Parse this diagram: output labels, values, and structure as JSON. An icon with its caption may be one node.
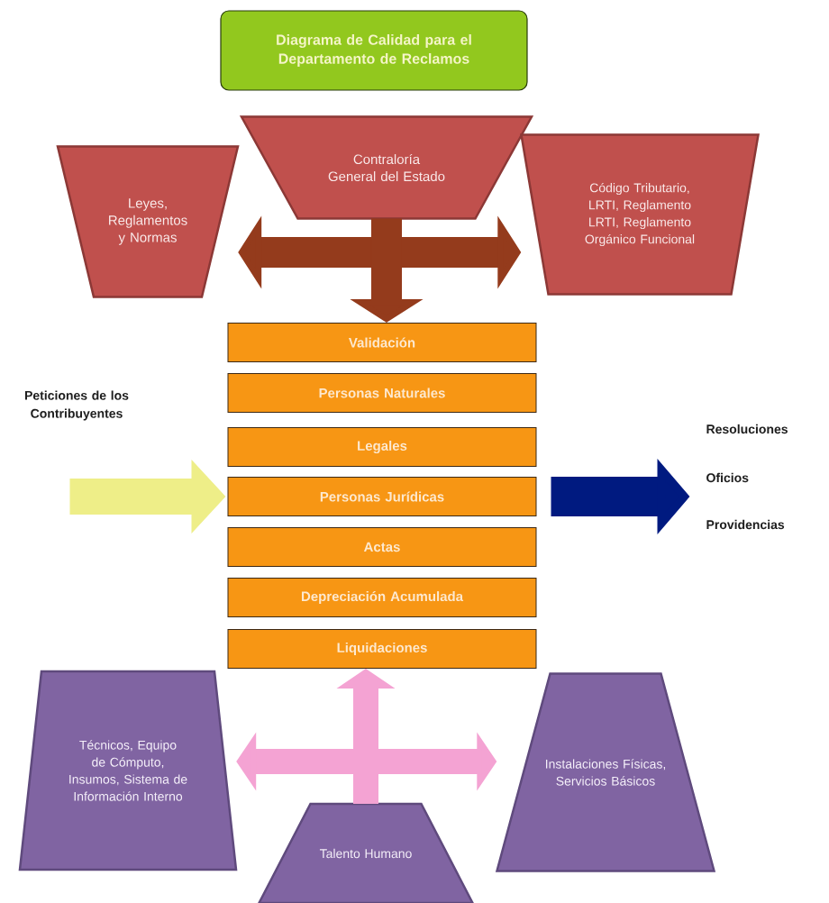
{
  "diagram": {
    "nodes": [
      {
        "text": [
          "Diagrama de Calidad para el Departamento de Reclamos"
        ]
      },
      {
        "text": [
          "Leyes, Reglamentos y Normas"
        ]
      },
      {
        "text": [
          "Contraloría General del Estado"
        ]
      },
      {
        "text": [
          "Código Tributario, LRTI, Reglamento LRTI, Reglamento Orgánico Funcional"
        ]
      },
      {
        "text": [
          "Validación"
        ]
      },
      {
        "text": [
          "Personas Naturales"
        ]
      },
      {
        "text": [
          "Legales"
        ]
      },
      {
        "text": [
          "Personas Jurídicas"
        ]
      },
      {
        "text": [
          "Actas"
        ]
      },
      {
        "text": [
          "Depreciación Acumulada"
        ]
      },
      {
        "text": [
          "Liquidaciones"
        ]
      },
      {
        "text": [
          "Técnicos, Equipo de Cómputo, Insumos, Sistema de Información Interno"
        ]
      },
      {
        "text": [
          "Talento Humano"
        ]
      },
      {
        "text": [
          "Instalaciones Físicas, Servicios Básicos"
        ]
      }
    ],
    "edges": [
      {
        "from": 2,
        "to": 1,
        "arrow": "to",
        "color": "#943b1c"
      },
      {
        "from": 2,
        "to": 3,
        "arrow": "to",
        "color": "#943b1c"
      },
      {
        "from": 2,
        "to": 4,
        "arrow": "to",
        "color": "#943b1c"
      },
      {
        "from": 12,
        "to": 10,
        "arrow": "to",
        "color": "#f4a3d3"
      },
      {
        "from": 12,
        "to": 11,
        "arrow": "to",
        "color": "#f4a3d3"
      },
      {
        "from": 12,
        "to": 13,
        "arrow": "to",
        "color": "#f4a3d3"
      },
      {
        "from": null,
        "to": 7,
        "arrow": "to",
        "color": "#eeee88"
      },
      {
        "from": 7,
        "to": null,
        "arrow": "to",
        "color": "#001a80"
      }
    ],
    "labels": [
      "Peticiones de los Contribuyentes",
      "Resoluciones",
      "Oficios",
      "Providencias"
    ]
  }
}
